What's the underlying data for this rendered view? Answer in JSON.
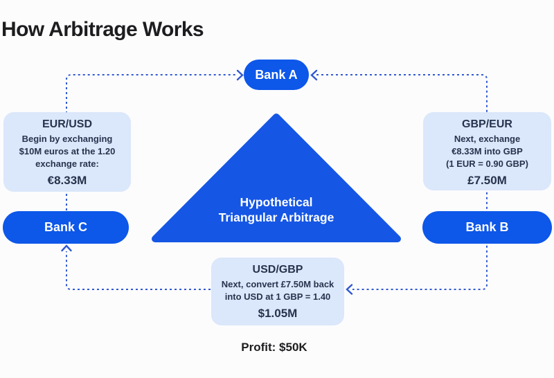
{
  "title": "How Arbitrage Works",
  "triangle": {
    "label": "Hypothetical\nTriangular Arbitrage"
  },
  "nodes": {
    "bank_a": "Bank A",
    "bank_b": "Bank B",
    "bank_c": "Bank C"
  },
  "boxes": {
    "eur_usd": {
      "title": "EUR/USD",
      "description": "Begin by exchanging\n$10M euros at the 1.20\nexchange rate:",
      "value": "€8.33M"
    },
    "gbp_eur": {
      "title": "GBP/EUR",
      "description": "Next, exchange\n€8.33M into GBP\n(1 EUR = 0.90 GBP)",
      "value": "£7.50M"
    },
    "usd_gbp": {
      "title": "USD/GBP",
      "description": "Next, convert £7.50M back\ninto USD at 1 GBP = 1.40",
      "value": "$1.05M"
    }
  },
  "profit_label": "Profit: $50K",
  "colors": {
    "accent_blue": "#0d57e9",
    "triangle_blue": "#1556e5",
    "box_bg": "#dbe7fa",
    "box_text": "#26334d",
    "line_blue": "#3058d2",
    "title_text": "#1d1d1f",
    "bg": "#fcfcfd"
  }
}
